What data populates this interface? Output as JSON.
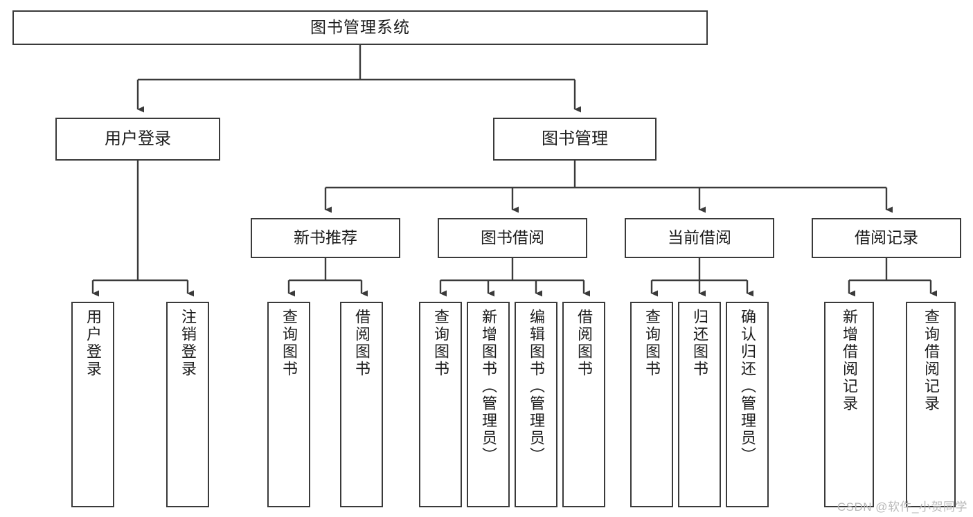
{
  "diagram": {
    "title": "图书管理系统",
    "watermark": "CSDN @软件_小贺同学",
    "colors": {
      "box_border": "#3a3a3a",
      "box_fill": "#ffffff",
      "edge": "#3a3a3a",
      "text": "#1c1c1c",
      "watermark": "#b9b9b9",
      "background": "#ffffff"
    },
    "root": {
      "label": "图书管理系统"
    },
    "level1": [
      {
        "label": "用户登录"
      },
      {
        "label": "图书管理"
      }
    ],
    "level2": [
      {
        "label": "新书推荐"
      },
      {
        "label": "图书借阅"
      },
      {
        "label": "当前借阅"
      },
      {
        "label": "借阅记录"
      }
    ],
    "leaves": {
      "user_login": [
        {
          "label": "用户登录"
        },
        {
          "label": "注销登录"
        }
      ],
      "new_book_recommend": [
        {
          "label": "查询图书"
        },
        {
          "label": "借阅图书"
        }
      ],
      "book_borrow": [
        {
          "label": "查询图书"
        },
        {
          "label": "新增图书（管理员）"
        },
        {
          "label": "编辑图书（管理员）"
        },
        {
          "label": "借阅图书"
        }
      ],
      "current_borrow": [
        {
          "label": "查询图书"
        },
        {
          "label": "归还图书"
        },
        {
          "label": "确认归还（管理员）"
        }
      ],
      "borrow_record": [
        {
          "label": "新增借阅记录"
        },
        {
          "label": "查询借阅记录"
        }
      ]
    }
  }
}
